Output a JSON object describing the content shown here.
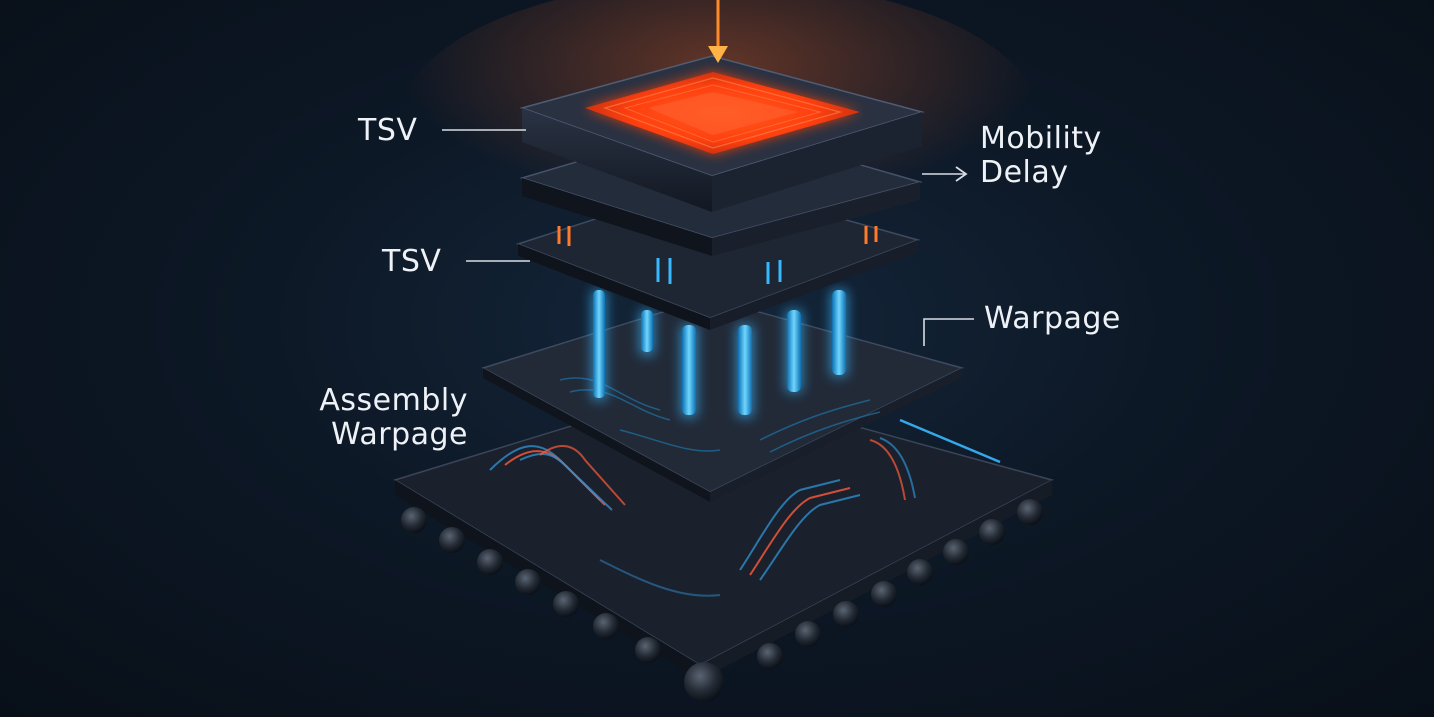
{
  "labels": {
    "tsv_top": "TSV",
    "tsv_mid": "TSV",
    "mobility_line1": "Mobility",
    "mobility_line2": "Delay",
    "warpage": "Warpage",
    "assembly_line1": "Assembly",
    "assembly_line2": "Warpage"
  },
  "colors": {
    "hotspot": "#ff4a1a",
    "glow_orange": "#ff7a2a",
    "arrow": "#ffb347",
    "via_blue": "#38b8ff",
    "trace_red": "#ff5a3c",
    "layer_top": "#242c3a",
    "label_text": "#eef2f6",
    "leader_line": "#d8dde4"
  },
  "icons": {
    "heat_arrow": "arrow-down-icon",
    "mobility_arrow": "arrow-right-icon"
  }
}
